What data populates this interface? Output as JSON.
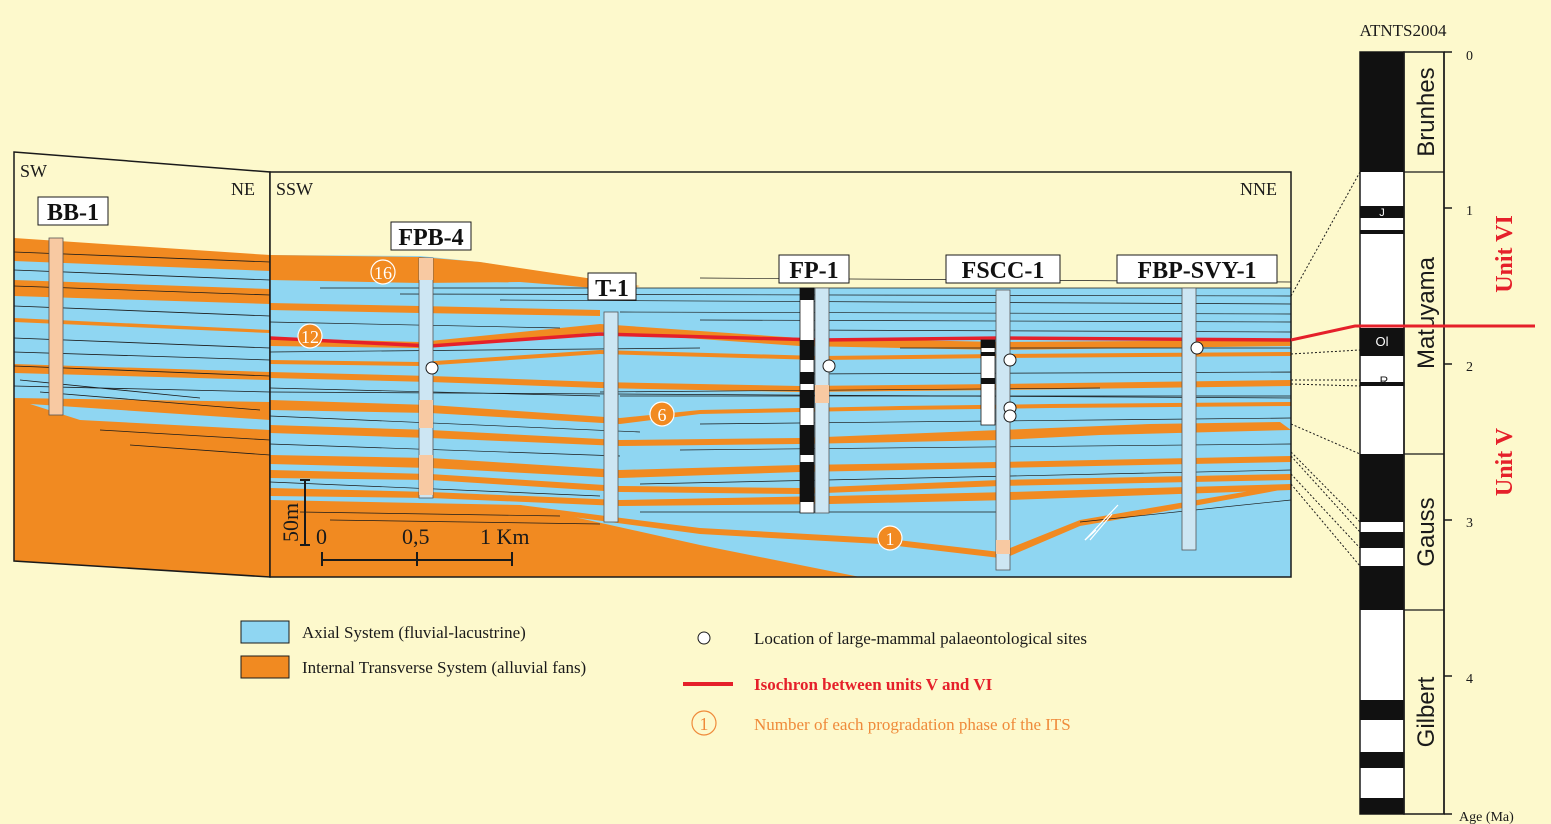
{
  "panels": {
    "left": {
      "orientation_left": "SW",
      "orientation_right": "NE"
    },
    "right": {
      "orientation_left": "SSW",
      "orientation_right": "NNE"
    }
  },
  "wells": {
    "bb1": "BB-1",
    "fpb4": "FPB-4",
    "t1": "T-1",
    "fp1": "FP-1",
    "fscc1": "FSCC-1",
    "fbpsvy1": "FBP-SVY-1"
  },
  "phases": {
    "p16": "16",
    "p12": "12",
    "p6": "6",
    "p1": "1"
  },
  "scale": {
    "vertical": "50m",
    "tick_0": "0",
    "tick_05": "0,5",
    "tick_1": "1 Km"
  },
  "timescale": {
    "title": "ATNTS2004",
    "axis_label": "Age (Ma)",
    "ticks": [
      "0",
      "1",
      "2",
      "3",
      "4"
    ],
    "chrons": {
      "brunhes": "Brunhes",
      "matuyama": "Matuyama",
      "gauss": "Gauss",
      "gilbert": "Gilbert"
    },
    "subchrons": {
      "j": "J",
      "ol": "Ol",
      "r": "R"
    }
  },
  "units": {
    "unit_vi": "Unit VI",
    "unit_v": "Unit V"
  },
  "legend": {
    "axial": "Axial System (fluvial-lacustrine)",
    "transverse": "Internal Transverse System (alluvial fans)",
    "sites": "Location of large-mammal palaeontological sites",
    "isochron": "Isochron between units  V and VI",
    "phase_symbol": "1",
    "phase": "Number of each progradation phase of the ITS"
  },
  "colors": {
    "background": "#fdf9cc",
    "axial": "#8fd6f2",
    "transverse": "#f18a21",
    "isochron": "#e5202a",
    "phase_text": "#ef8a3a"
  }
}
